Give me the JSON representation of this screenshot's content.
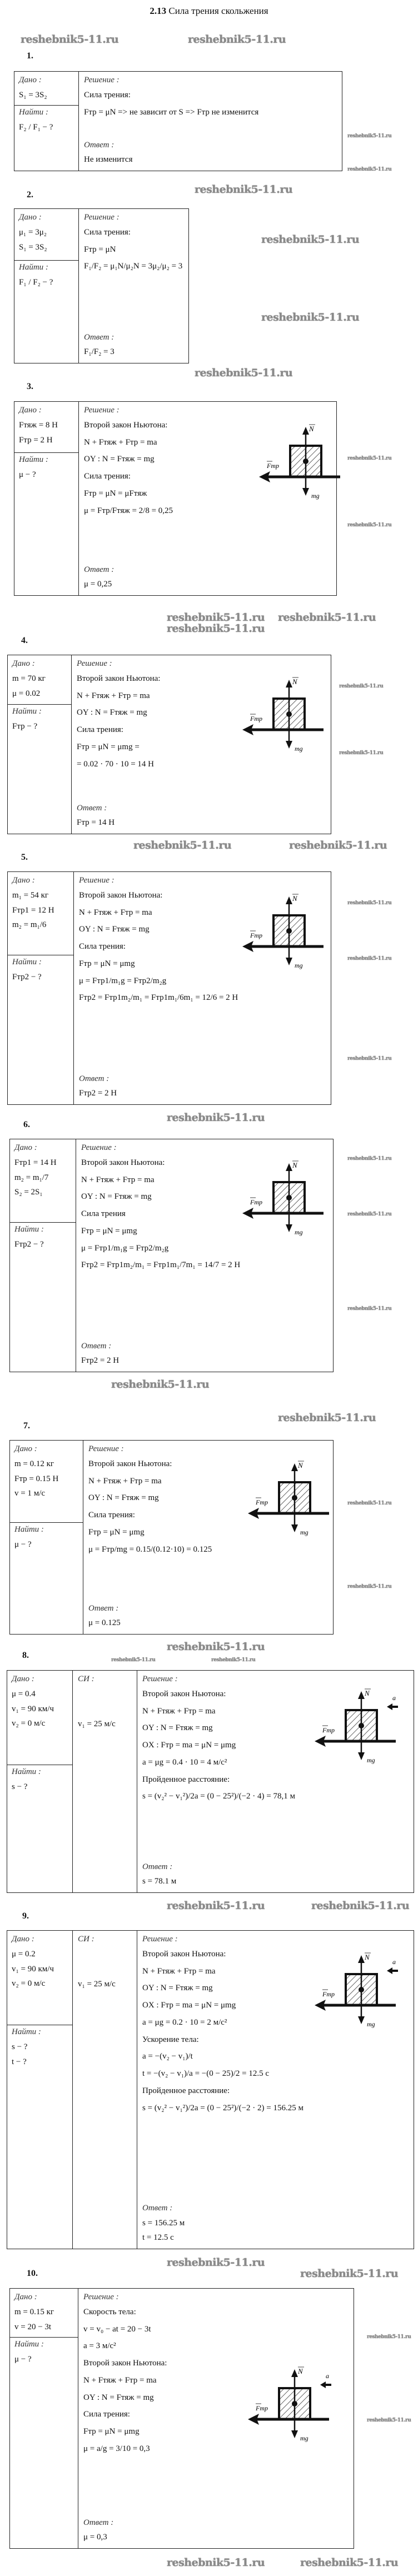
{
  "title": {
    "number": "2.13",
    "text": "Сила трения скольжения"
  },
  "watermark": "reshebnik5-11.ru",
  "labels": {
    "given": "Дано :",
    "find": "Найти :",
    "solution": "Решение :",
    "answer": "Ответ :",
    "si": "СИ :"
  },
  "problems": [
    {
      "number": "1.",
      "given": [
        "S₁ = 3S₂"
      ],
      "find": [
        "F₂ / F₁ − ?"
      ],
      "solution": [
        "Сила трения:",
        "Fтр = μN => не зависит от S => Fтр не изменится"
      ],
      "answer": [
        "Не изменится"
      ]
    },
    {
      "number": "2.",
      "given": [
        "μ₁ = 3μ₂",
        "S₁ = 3S₂"
      ],
      "find": [
        "F₁ / F₂ − ?"
      ],
      "solution": [
        "Сила трения:",
        "Fтр = μN",
        "F₁/F₂ = μ₁N/μ₂N = 3μ₂/μ₂ = 3"
      ],
      "answer": [
        "F₁/F₂ = 3"
      ]
    },
    {
      "number": "3.",
      "given": [
        "Fтяж = 8 Н",
        "Fтр = 2 Н"
      ],
      "find": [
        "μ − ?"
      ],
      "solution": [
        "Второй закон Ньютона:",
        "N + Fтяж + Fтр = ma",
        "OY : N = Fтяж = mg",
        "Сила трения:",
        "Fтр = μN = μFтяж",
        "μ = Fтр/Fтяж = 2/8 = 0,25"
      ],
      "answer": [
        "μ = 0,25"
      ]
    },
    {
      "number": "4.",
      "given": [
        "m = 70 кг",
        "μ = 0.02"
      ],
      "find": [
        "Fтр − ?"
      ],
      "solution": [
        "Второй закон Ньютона:",
        "N + Fтяж + Fтр = ma",
        "OY : N = Fтяж = mg",
        "Сила трения:",
        "Fтр = μN = μmg =",
        "= 0.02 · 70 · 10 = 14 Н"
      ],
      "answer": [
        "Fтр = 14 Н"
      ]
    },
    {
      "number": "5.",
      "given": [
        "m₁ = 54 кг",
        "Fтр1 = 12 Н",
        "m₂ = m₁/6"
      ],
      "find": [
        "Fтр2 − ?"
      ],
      "solution": [
        "Второй закон Ньютона:",
        "N + Fтяж + Fтр = ma",
        "OY : N = Fтяж = mg",
        "Сила трения:",
        "Fтр = μN = μmg",
        "μ = Fтр1/m₁g = Fтр2/m₂g",
        "Fтр2 = Fтр1m₂/m₁ = Fтр1m₁/6m₁ = 12/6 = 2 Н"
      ],
      "answer": [
        "Fтр2 = 2 Н"
      ]
    },
    {
      "number": "6.",
      "given": [
        "Fтр1 = 14 Н",
        "m₂ = m₁/7",
        "S₂ = 2S₁"
      ],
      "find": [
        "Fтр2 − ?"
      ],
      "solution": [
        "Второй закон Ньютона:",
        "N + Fтяж + Fтр = ma",
        "OY : N = Fтяж = mg",
        "Сила трения",
        "Fтр = μN = μmg",
        "μ = Fтр1/m₁g = Fтр2/m₂g",
        "Fтр2 = Fтр1m₂/m₁ = Fтр1m₁/7m₁ = 14/7 = 2 Н"
      ],
      "answer": [
        "Fтр2 = 2 Н"
      ]
    },
    {
      "number": "7.",
      "given": [
        "m = 0.12 кг",
        "Fтр = 0.15 Н",
        "v = 1 м/с"
      ],
      "find": [
        "μ − ?"
      ],
      "solution": [
        "Второй закон Ньютона:",
        "N + Fтяж + Fтр = ma",
        "OY : N = Fтяж = mg",
        "Сила трения:",
        "Fтр = μN = μmg",
        "μ = Fтр/mg = 0.15/(0.12·10) = 0.125"
      ],
      "answer": [
        "μ = 0.125"
      ]
    },
    {
      "number": "8.",
      "given": [
        "μ = 0.4",
        "v₁ = 90 км/ч",
        "v₂ = 0 м/с"
      ],
      "si": [
        "v₁ = 25 м/с"
      ],
      "find": [
        "s − ?"
      ],
      "solution": [
        "Второй закон Ньютона:",
        "N + Fтяж + Fтр = ma",
        "OY : N = Fтяж = mg",
        "OX : Fтр = ma = μN = μmg",
        "a = μg = 0.4 · 10 = 4 м/с²",
        "Пройденное расстояние:",
        "s = (v₂² − v₁²)/2a = (0 − 25²)/(−2 · 4) = 78,1 м"
      ],
      "answer": [
        "s = 78.1 м"
      ]
    },
    {
      "number": "9.",
      "given": [
        "μ = 0.2",
        "v₁ = 90 км/ч",
        "v₂ = 0 м/с"
      ],
      "si": [
        "v₁ = 25 м/с"
      ],
      "find": [
        "s − ?",
        "t − ?"
      ],
      "solution": [
        "Второй закон Ньютона:",
        "N + Fтяж + Fтр = ma",
        "OY : N = Fтяж = mg",
        "OX : Fтр = ma = μN = μmg",
        "a = μg = 0.2 · 10 = 2 м/с²",
        "Ускорение тела:",
        "a = −(v₂ − v₁)/t",
        "t = −(v₂ − v₁)/a = −(0 − 25)/2 = 12.5 с",
        "Пройденное расстояние:",
        "s = (v₂² − v₁²)/2a = (0 − 25²)/(−2 · 2) = 156.25 м"
      ],
      "answer": [
        "s = 156.25 м",
        "t = 12.5 с"
      ]
    },
    {
      "number": "10.",
      "given": [
        "m = 0.15 кг",
        "v = 20 − 3t"
      ],
      "find": [
        "μ − ?"
      ],
      "solution": [
        "Скорость тела:",
        "v = v₀ − at = 20 − 3t",
        "a = 3 м/с²",
        "Второй закон Ньютона:",
        "N + Fтяж + Fтр = ma",
        "OY : N = Fтяж = mg",
        "Сила трения:",
        "Fтр = μN = μmg",
        "μ = a/g = 3/10 = 0,3"
      ],
      "answer": [
        "μ = 0,3"
      ]
    }
  ],
  "diagram_labels": {
    "normal": "N",
    "friction": "Fтр",
    "gravity": "mg",
    "acceleration": "a"
  }
}
